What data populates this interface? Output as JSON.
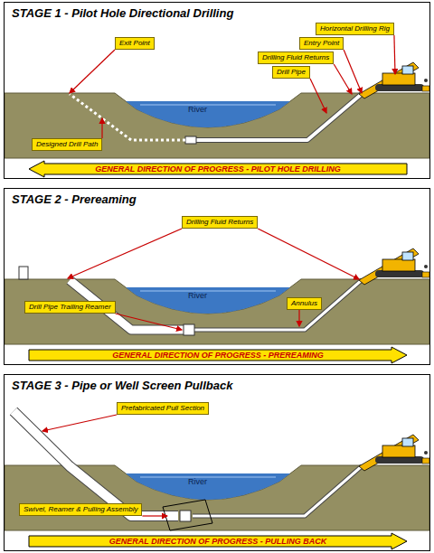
{
  "diagram": {
    "nodes": [
      {
        "text": [
          "STAGE 1 - Pilot Hole Directional Drilling"
        ]
      },
      {
        "text": [
          "Exit Point"
        ],
        "in": 0
      },
      {
        "text": [
          "Horizontal Drilling Rig"
        ],
        "in": 0
      },
      {
        "text": [
          "Entry Point"
        ],
        "in": 0
      },
      {
        "text": [
          "Drilling Fluid Returns"
        ],
        "in": 0
      },
      {
        "text": [
          "Drill Pipe"
        ],
        "in": 0
      },
      {
        "text": [
          "River"
        ],
        "in": 0
      },
      {
        "text": [
          "Designed Drill Path"
        ],
        "in": 0
      },
      {
        "text": [
          "GENERAL DIRECTION OF PROGRESS - PILOT HOLE DRILLING"
        ],
        "in": 0
      },
      {
        "text": [
          "STAGE 2 - Prereaming"
        ]
      },
      {
        "text": [
          "Drilling Fluid Returns"
        ],
        "in": 9
      },
      {
        "text": [
          "River"
        ],
        "in": 9
      },
      {
        "text": [
          "Drill Pipe Trailing Reamer"
        ],
        "in": 9
      },
      {
        "text": [
          "Annulus"
        ],
        "in": 9
      },
      {
        "text": [
          "GENERAL DIRECTION OF PROGRESS - PREREAMING"
        ],
        "in": 9
      },
      {
        "text": [
          "STAGE 3 - Pipe or Well Screen Pullback"
        ]
      },
      {
        "text": [
          "Prefabricated Pull Section"
        ],
        "in": 15
      },
      {
        "text": [
          "River"
        ],
        "in": 15
      },
      {
        "text": [
          "Swivel, Reamer & Pulling Assembly"
        ],
        "in": 15
      },
      {
        "text": [
          "GENERAL DIRECTION OF PROGRESS - PULLING BACK"
        ],
        "in": 15
      }
    ]
  }
}
